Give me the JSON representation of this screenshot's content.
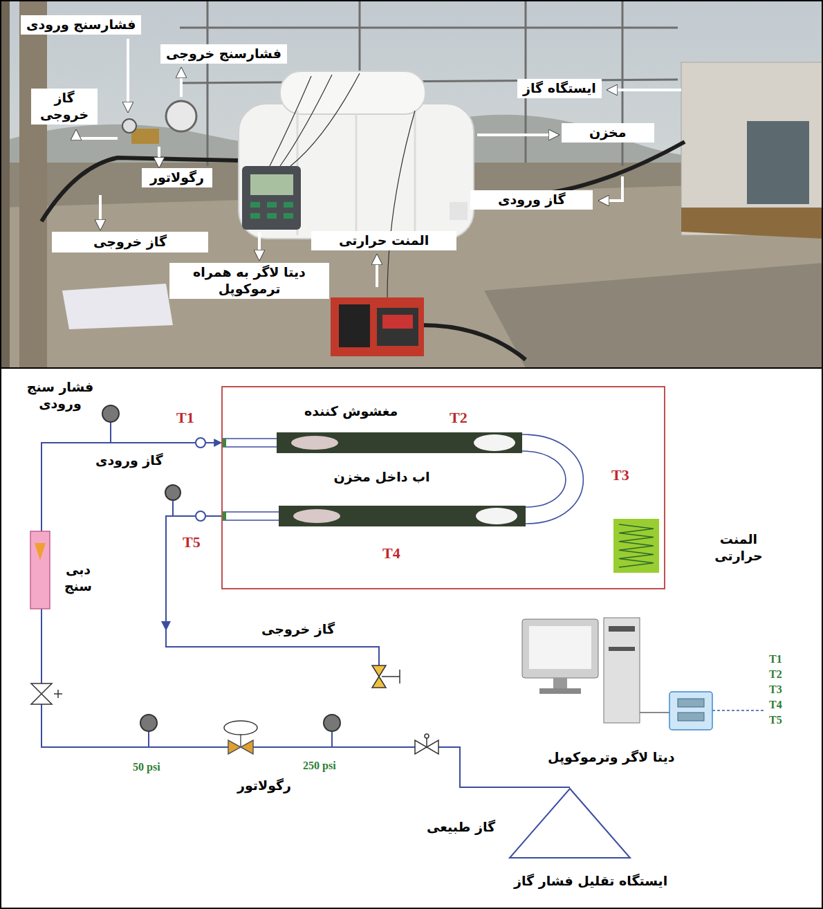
{
  "diagram": {
    "nodes": [
      {
        "text": [
          "اب داخل مخزن"
        ]
      },
      {
        "text": [
          "المنت حرارتی"
        ],
        "in": 0
      },
      {
        "text": [
          "گاز طبیعی",
          "ایستگاه تقلیل فشار گاز"
        ]
      }
    ],
    "edges": [
      {
        "from": 2,
        "to": 0,
        "arrow": "to"
      }
    ],
    "labels": [
      "فشارسنج ورودی",
      "فشارسنج خروجی",
      "گاز خروجی",
      "ایستگاه گاز",
      "مخزن",
      "رگولاتور",
      "گاز ورودی",
      "گاز خروجی",
      "المنت حرارتی",
      "دیتا لاگر به همراه ترموکوپل",
      "فشار سنج ورودی",
      "T1",
      "مغشوش کننده",
      "T2",
      "گاز ورودی",
      "T3",
      "T5",
      "T4",
      "دبی سنج",
      "گاز خروجی",
      "T1",
      "T2",
      "T3",
      "T4",
      "T5",
      "دیتا لاگر وترموکوپل",
      "50 psi",
      "250 psi",
      "رگولاتور"
    ]
  }
}
